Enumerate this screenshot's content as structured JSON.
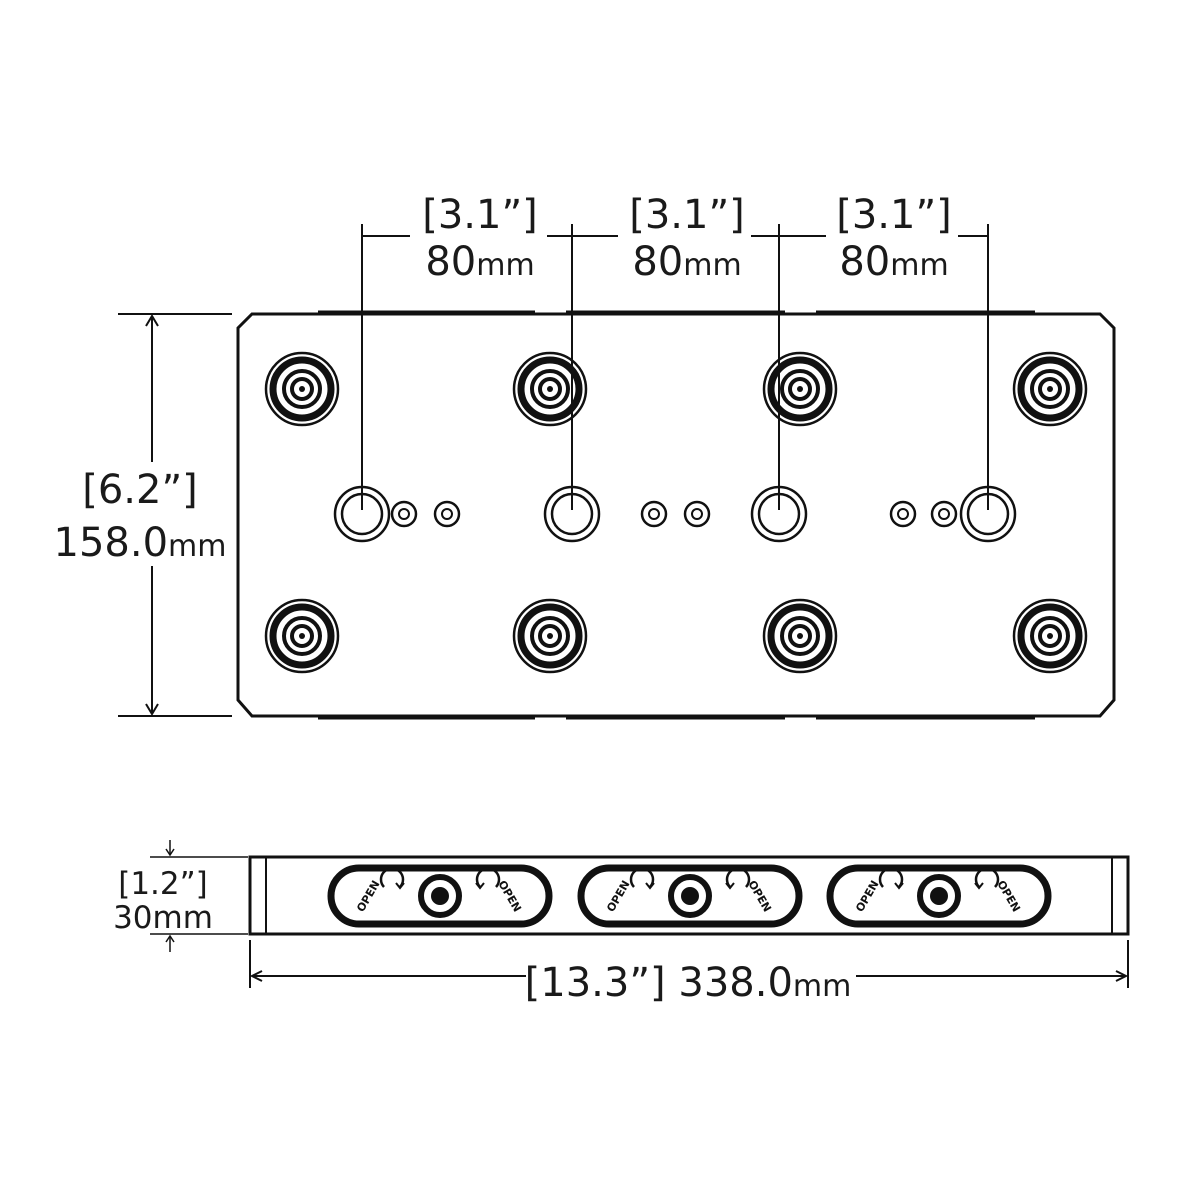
{
  "title": "Mounting plate dimensional drawing",
  "colors": {
    "line": "#111111",
    "text": "#1a1a1a",
    "background": "#ffffff"
  },
  "top_view": {
    "spacings": [
      {
        "inches": "[3.1”]",
        "mm_value": "80",
        "mm_unit": "mm"
      },
      {
        "inches": "[3.1”]",
        "mm_value": "80",
        "mm_unit": "mm"
      },
      {
        "inches": "[3.1”]",
        "mm_value": "80",
        "mm_unit": "mm"
      }
    ],
    "height": {
      "inches": "[6.2”]",
      "mm_value": "158.0",
      "mm_unit": "mm"
    }
  },
  "side_view": {
    "thickness": {
      "inches": "[1.2”]",
      "mm_value": "30",
      "mm_unit": "mm"
    },
    "length": {
      "inches": "[13.3”]",
      "mm_value": "338.0",
      "mm_unit": "mm"
    },
    "slot_label": "OPEN",
    "slot_count": 3
  },
  "icons": [
    "rotate-arrow-icon",
    "hole-icon",
    "mounting-boss-icon"
  ]
}
